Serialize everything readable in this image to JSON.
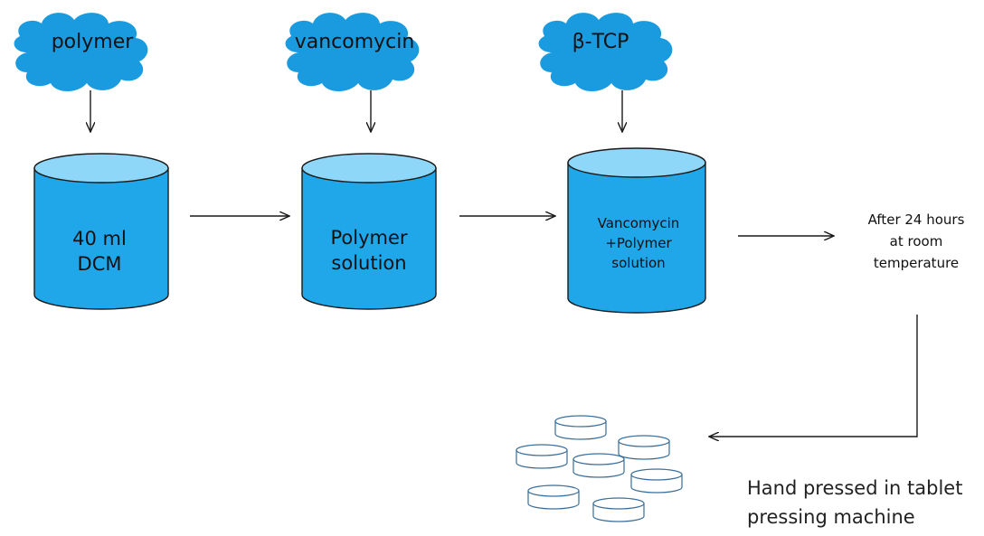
{
  "inputs": {
    "polymer": "polymer",
    "vancomycin": "vancomycin",
    "btcp": "β-TCP"
  },
  "containers": {
    "c1": {
      "line1": "40 ml",
      "line2": "DCM"
    },
    "c2": {
      "line1": "Polymer",
      "line2": "solution"
    },
    "c3": {
      "line1": "Vancomycin",
      "line2": "+Polymer",
      "line3": "solution"
    }
  },
  "after_note": {
    "line1": "After 24 hours",
    "line2": "at room",
    "line3": "temperature"
  },
  "final_step": {
    "line1": "Hand pressed in tablet",
    "line2": "pressing  machine"
  },
  "colors": {
    "cloud": "#1a9be0",
    "cylinder_body": "#1fa7ea",
    "cylinder_top": "#8fd7f8",
    "outline": "#1a1a1a"
  }
}
